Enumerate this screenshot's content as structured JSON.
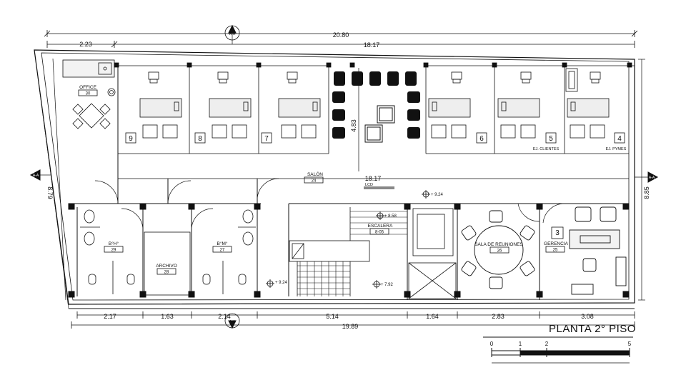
{
  "dims": {
    "top_total": "20.80",
    "top_left": "2.23",
    "top_main": "18.17",
    "salon_width": "18.17",
    "left_height": "8.79",
    "right_height": "8.85",
    "center_height": "4.83",
    "bottom_total": "19.89",
    "bottom_segments": [
      "2.17",
      "1.63",
      "2.14",
      "5.14",
      "1.64",
      "2.83",
      "3.08"
    ]
  },
  "section_marker": "A-A",
  "rooms": {
    "office": {
      "name": "OFFICE",
      "num": "30"
    },
    "salon": {
      "name": "SALÓN",
      "num": "24"
    },
    "bath_h": {
      "name": "B°H°",
      "num": "29"
    },
    "bath_m": {
      "name": "B°M°",
      "num": "27"
    },
    "archivo": {
      "name": "ARCHIVO",
      "num": "28"
    },
    "escalera": {
      "name": "ESCALERA",
      "num": "8-05"
    },
    "reuniones": {
      "name": "SALA DE REUNIONES",
      "num": "26"
    },
    "gerencia": {
      "name": "GERENCIA",
      "num": "25"
    }
  },
  "workstations": [
    "9",
    "8",
    "7",
    "6",
    "5",
    "4"
  ],
  "workstation_labels": {
    "clientes": "EJ. CLIENTES",
    "pymes": "EJ. PYMES"
  },
  "gerencia_number": "3",
  "lcd_label": "LCD",
  "levels": {
    "l1": "+ 9.24",
    "l2": "+ 8.58",
    "l3": "+ 9.24",
    "l4": "+ 7.92"
  },
  "plan_title": "PLANTA 2° PISO",
  "scale_bar": {
    "ticks": [
      "0",
      "1",
      "2",
      "5"
    ]
  }
}
